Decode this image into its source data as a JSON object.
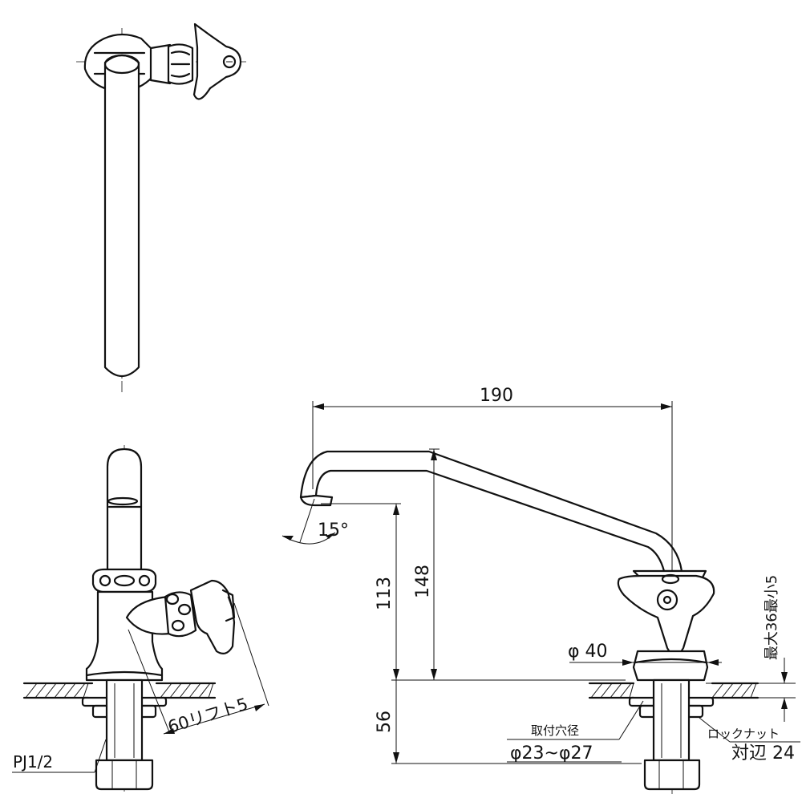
{
  "dimensions": {
    "width": "190",
    "angle": "15°",
    "h113": "113",
    "h148": "148",
    "h56": "56",
    "max36": "最大36最小5",
    "phi40": "φ 40",
    "handle": "60リフト5",
    "thread": "PJ1/2",
    "hole_title": "取付穴径",
    "hole_value": "φ23~φ27",
    "locknut_title": "ロックナット",
    "locknut_value": "対辺 24"
  },
  "icons": {
    "top": "faucet-top-view-icon",
    "front": "faucet-front-view-icon",
    "side": "faucet-side-view-icon"
  },
  "colors": {
    "line": "#111111",
    "background": "#ffffff"
  }
}
